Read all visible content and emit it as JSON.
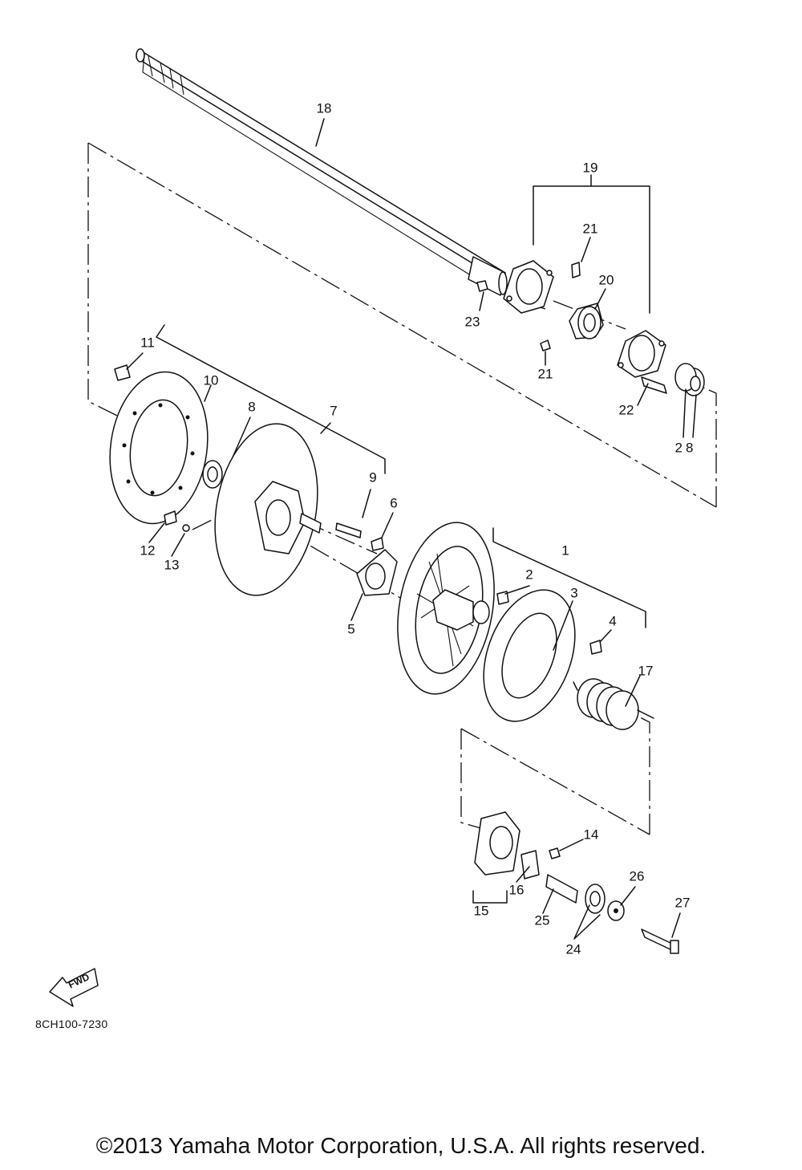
{
  "diagram": {
    "code": "8CH100-7230",
    "copyright": "©2013 Yamaha Motor Corporation, U.S.A. All rights reserved.",
    "fwd_label": "FWD"
  },
  "labels": [
    {
      "id": "1",
      "text": "1"
    },
    {
      "id": "2",
      "text": "2"
    },
    {
      "id": "3",
      "text": "3"
    },
    {
      "id": "4",
      "text": "4"
    },
    {
      "id": "5",
      "text": "5"
    },
    {
      "id": "6",
      "text": "6"
    },
    {
      "id": "7",
      "text": "7"
    },
    {
      "id": "8",
      "text": "8"
    },
    {
      "id": "9",
      "text": "9"
    },
    {
      "id": "10",
      "text": "10"
    },
    {
      "id": "11",
      "text": "11"
    },
    {
      "id": "12",
      "text": "12"
    },
    {
      "id": "13",
      "text": "13"
    },
    {
      "id": "14",
      "text": "14"
    },
    {
      "id": "15",
      "text": "15"
    },
    {
      "id": "16",
      "text": "16"
    },
    {
      "id": "17",
      "text": "17"
    },
    {
      "id": "18",
      "text": "18"
    },
    {
      "id": "19",
      "text": "19"
    },
    {
      "id": "20",
      "text": "20"
    },
    {
      "id": "21a",
      "text": "21"
    },
    {
      "id": "21b",
      "text": "21"
    },
    {
      "id": "22",
      "text": "22"
    },
    {
      "id": "23",
      "text": "23"
    },
    {
      "id": "24",
      "text": "24"
    },
    {
      "id": "25",
      "text": "25"
    },
    {
      "id": "26",
      "text": "26"
    },
    {
      "id": "27",
      "text": "27"
    },
    {
      "id": "28",
      "text": "28"
    }
  ]
}
